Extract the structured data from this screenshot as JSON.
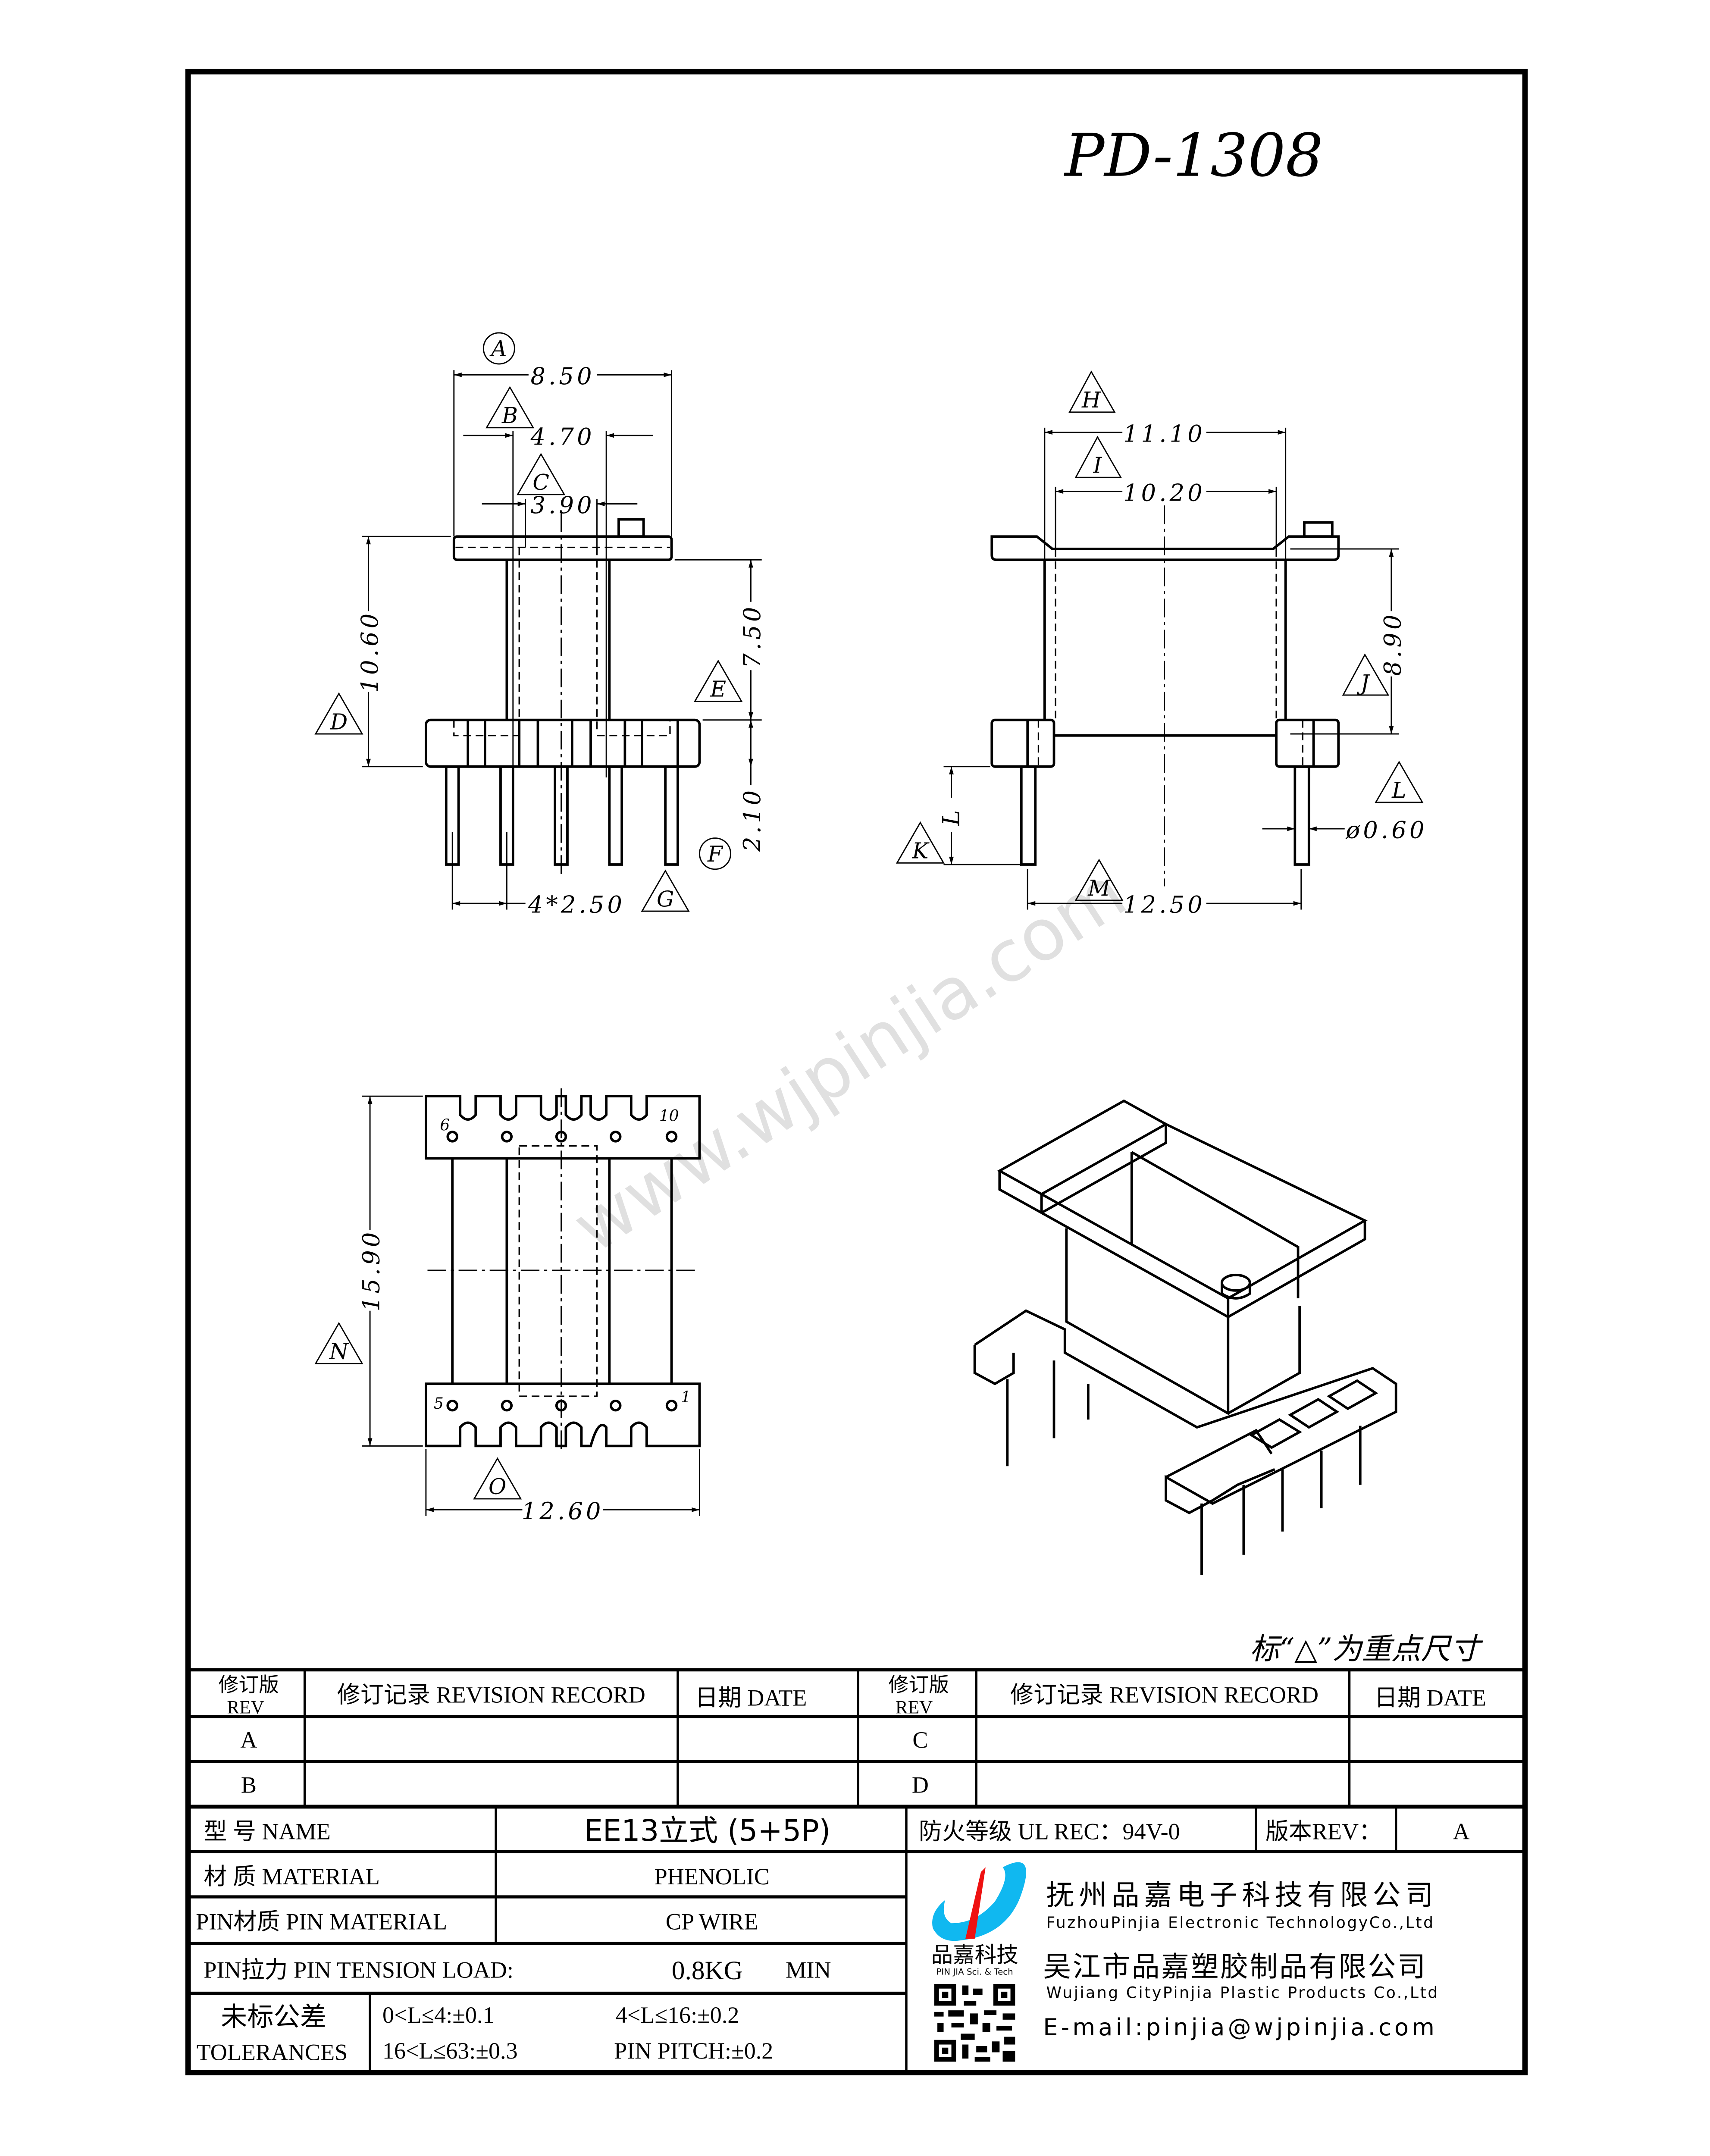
{
  "drawing_number": "PD-1308",
  "watermark": "www.wjpinjia.com",
  "note": "标“△”为重点尺寸",
  "front_view": {
    "A": {
      "tag": "A",
      "value": "8.50"
    },
    "B": {
      "tag": "B",
      "value": "4.70"
    },
    "C": {
      "tag": "C",
      "value": "3.90"
    },
    "D": {
      "tag": "D",
      "value": "10.60"
    },
    "E": {
      "tag": "E",
      "value": "7.50"
    },
    "F": {
      "tag": "F",
      "value": "2.10"
    },
    "G": {
      "tag": "G",
      "value": "4*2.50"
    }
  },
  "side_view": {
    "H": {
      "tag": "H",
      "value": "11.10"
    },
    "I": {
      "tag": "I",
      "value": "10.20"
    },
    "J": {
      "tag": "J",
      "value": "8.90"
    },
    "K": {
      "tag": "K",
      "value": "L"
    },
    "L": {
      "tag": "L",
      "value": "ø0.60"
    },
    "M": {
      "tag": "M",
      "value": "12.50"
    }
  },
  "bottom_view": {
    "N": {
      "tag": "N",
      "value": "15.90"
    },
    "O": {
      "tag": "O",
      "value": "12.60"
    },
    "pins": {
      "p6": "6",
      "p10": "10",
      "p5": "5",
      "p1": "1"
    }
  },
  "revision_table": {
    "rev_header": "修订版",
    "rev_header_en": "REV",
    "record_header": "修订记录 REVISION RECORD",
    "date_header": "日期 DATE",
    "rows": [
      {
        "left": "A",
        "right": "C"
      },
      {
        "left": "B",
        "right": "D"
      }
    ]
  },
  "spec": {
    "name_label": "型 号 NAME",
    "name_value": "EE13立式 (5+5P)",
    "ul_label": "防火等级 UL REC：94V-0",
    "rev_label": "版本REV：",
    "rev_value": "A",
    "material_label": "材 质 MATERIAL",
    "material_value": "PHENOLIC",
    "pin_material_label": "PIN材质 PIN MATERIAL",
    "pin_material_value": "CP WIRE",
    "tension_label": "PIN拉力 PIN TENSION LOAD:",
    "tension_value": "0.8KG",
    "tension_unit": "MIN",
    "tol_label_cn": "未标公差",
    "tol_label_en": "TOLERANCES",
    "tol_1": "0<L≤4:±0.1",
    "tol_2": "4<L≤16:±0.2",
    "tol_3": "16<L≤63:±0.3",
    "tol_4": "PIN PITCH:±0.2"
  },
  "company": {
    "logo_cn": "品嘉科技",
    "logo_en": "PIN JIA Sci. & Tech",
    "name1_cn": "抚州品嘉电子科技有限公司",
    "name1_en": "FuzhouPinjia Electronic TechnologyCo.,Ltd",
    "name2_cn": "吴江市品嘉塑胶制品有限公司",
    "name2_en": "Wujiang CityPinjia  Plastic Products Co.,Ltd",
    "email": "E-mail:pinjia@wjpinjia.com"
  },
  "colors": {
    "logo_blue": "#10b8f0",
    "logo_red": "#ee1111"
  }
}
